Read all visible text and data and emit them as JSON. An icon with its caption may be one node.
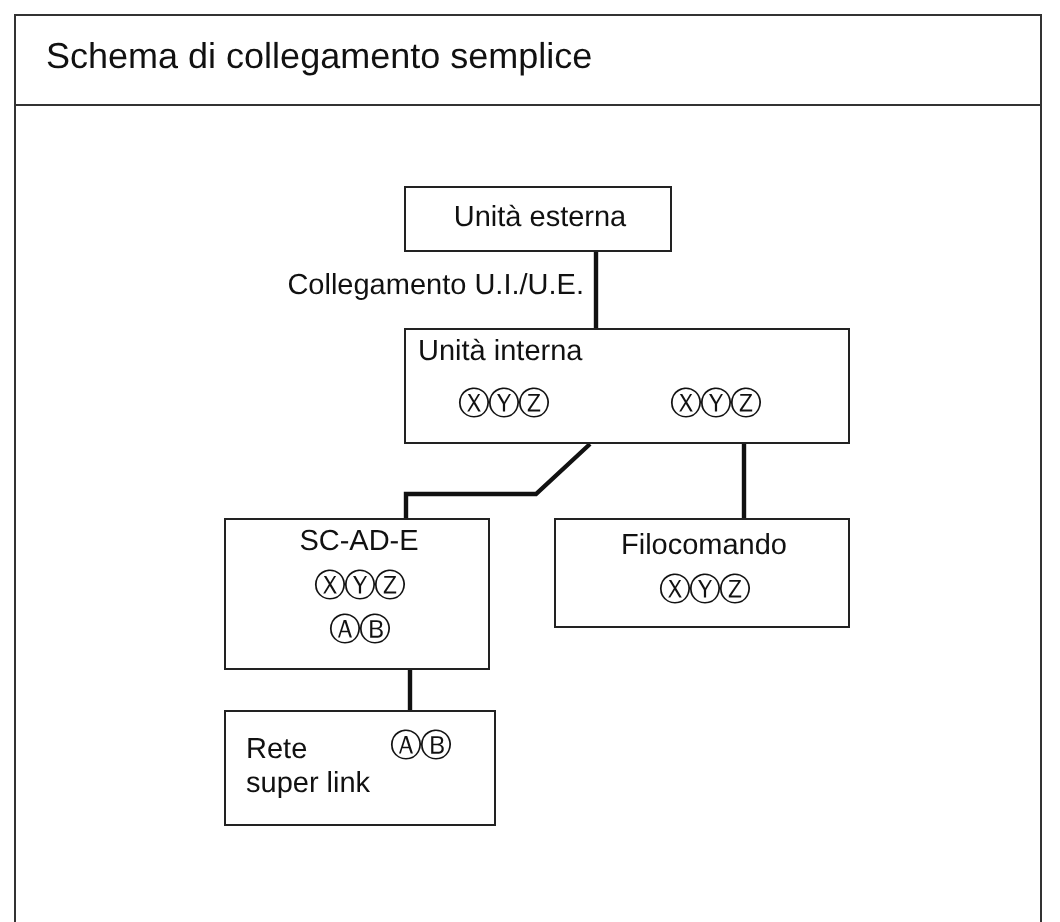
{
  "diagram": {
    "title": "Schema di collegamento semplice",
    "nodes": [
      {
        "text": [
          "Unità esterna"
        ]
      },
      {
        "text": [
          "Unità interna",
          "ⓍⓎⓏ",
          "ⓍⓎⓏ"
        ]
      },
      {
        "text": [
          "SC-AD-E",
          "ⓍⓎⓏ",
          "ⒶⒷ"
        ]
      },
      {
        "text": [
          "Filocomando",
          "ⓍⓎⓏ"
        ]
      },
      {
        "text": [
          "Rete super link",
          "ⒶⒷ"
        ]
      }
    ],
    "edges": [
      {
        "from": 0,
        "to": 1,
        "arrow": "none",
        "label": "Collegamento U.I./U.E."
      },
      {
        "from": 1,
        "to": 2,
        "arrow": "none"
      },
      {
        "from": 1,
        "to": 3,
        "arrow": "none"
      },
      {
        "from": 2,
        "to": 4,
        "arrow": "none"
      }
    ]
  }
}
